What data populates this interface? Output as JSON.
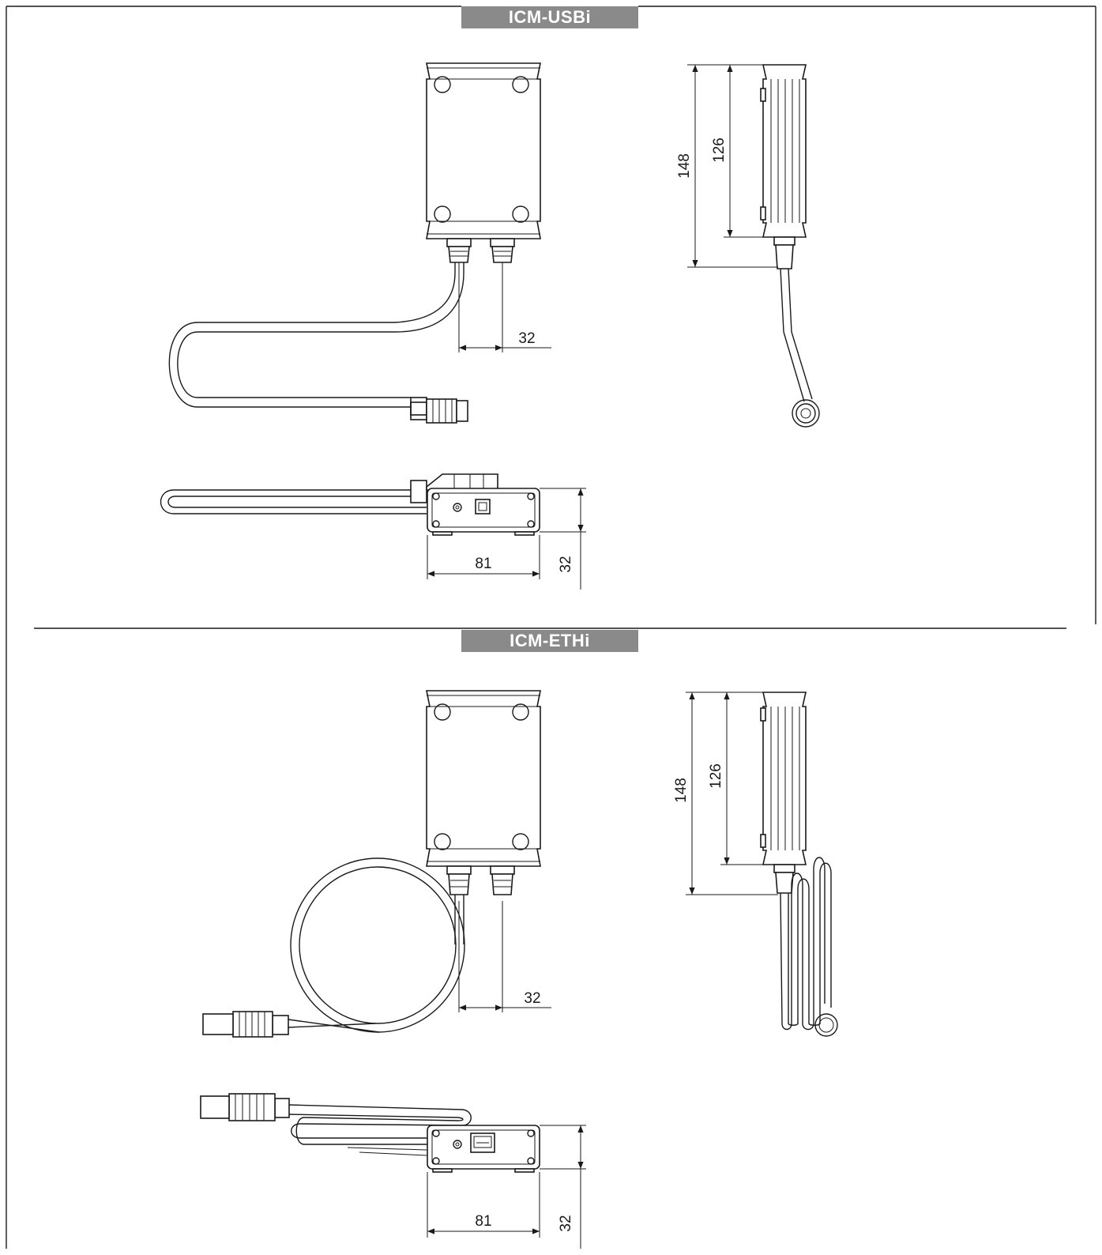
{
  "sections": [
    {
      "title": "ICM-USBi",
      "dims": {
        "height_total": "148",
        "height_body": "126",
        "gland_spacing": "32",
        "width": "81",
        "depth": "32"
      }
    },
    {
      "title": "ICM-ETHi",
      "dims": {
        "height_total": "148",
        "height_body": "126",
        "gland_spacing": "32",
        "width": "81",
        "depth": "32"
      }
    }
  ]
}
